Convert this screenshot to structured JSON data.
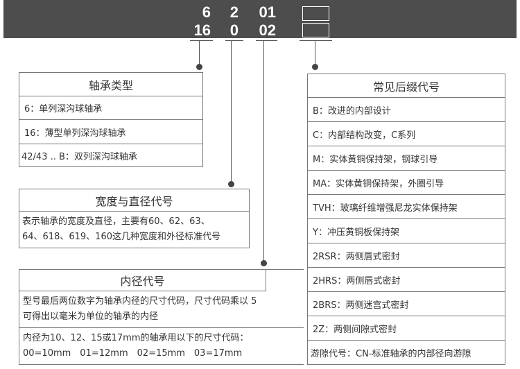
{
  "header": {
    "row1": [
      "6",
      "2",
      "01"
    ],
    "row2": [
      "16",
      "0",
      "02"
    ]
  },
  "bearing_type": {
    "title": "轴承类型",
    "items": [
      "6：单列深沟球轴承",
      "16：薄型单列深沟球轴承",
      "42/43 .. B：双列深沟球轴承"
    ]
  },
  "width_diameter": {
    "title": "宽度与直径代号",
    "lines": [
      "表示轴承的宽度及直径，主要有60、62、63、",
      "64、618、619、160这几种宽度和外径标准代号"
    ]
  },
  "bore": {
    "title": "内径代号",
    "para1": [
      "型号最后两位数字为轴承内径的尺寸代码，尺寸代码乘以 5",
      "可得出以毫米为单位的轴承的内径"
    ],
    "para2": [
      "内径为10、12、15或17mm的轴承用以下的尺寸代码：",
      "00=10mm　01=12mm　02=15mm　03=17mm"
    ]
  },
  "suffix": {
    "title": "常见后缀代号",
    "items": [
      "B：改进的内部设计",
      "C：内部结构改变，C系列",
      "M：实体黄铜保持架，钢球引导",
      "MA：实体黄铜保持架，外圈引导",
      "TVH：玻璃纤维增强尼龙实体保持架",
      "Y：冲压黄铜板保持架",
      "2RSR：两侧唇式密封",
      "2HRS：两侧唇式密封",
      "2BRS：两侧迷宫式密封",
      "2Z：两侧间隙式密封",
      "游隙代号：CN-标准轴承的内部径向游隙"
    ]
  }
}
